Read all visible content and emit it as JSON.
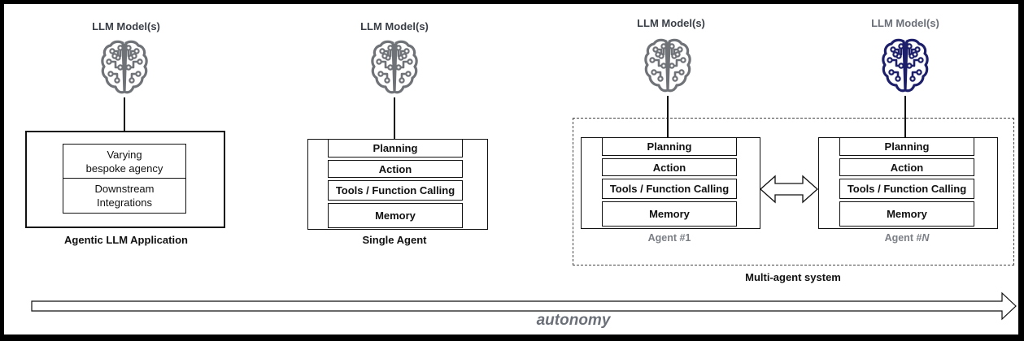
{
  "columns": [
    {
      "id": "app",
      "model_label": "LLM Model(s)",
      "brain_icon": "brain-circuit-icon",
      "inner_cells": [
        "Varying\nbespoke agency",
        "Downstream\nIntegrations"
      ],
      "caption": "Agentic LLM Application"
    },
    {
      "id": "single",
      "model_label": "LLM Model(s)",
      "brain_icon": "brain-circuit-icon",
      "capabilities": [
        "Planning",
        "Action",
        "Tools / Function Calling",
        "Memory"
      ],
      "caption": "Single Agent"
    }
  ],
  "multi_agent": {
    "caption": "Multi-agent system",
    "agents": [
      {
        "model_label": "LLM Model(s)",
        "brain_icon": "brain-circuit-icon",
        "brain_color": "#6f7277",
        "capabilities": [
          "Planning",
          "Action",
          "Tools / Function Calling",
          "Memory"
        ],
        "label": "Agent #1"
      },
      {
        "model_label": "LLM Model(s)",
        "brain_icon": "brain-circuit-icon",
        "brain_color": "#1d1f6b",
        "capabilities": [
          "Planning",
          "Action",
          "Tools / Function Calling",
          "Memory"
        ],
        "label_prefix": "Agent #",
        "label_suffix": "N"
      }
    ],
    "link_icon": "double-arrow-icon"
  },
  "axis": {
    "label": "autonomy",
    "icon": "long-right-arrow-icon"
  },
  "colors": {
    "brain_gray": "#6f7277",
    "brain_navy": "#1d1f6b",
    "text_gray": "#6b7078"
  }
}
